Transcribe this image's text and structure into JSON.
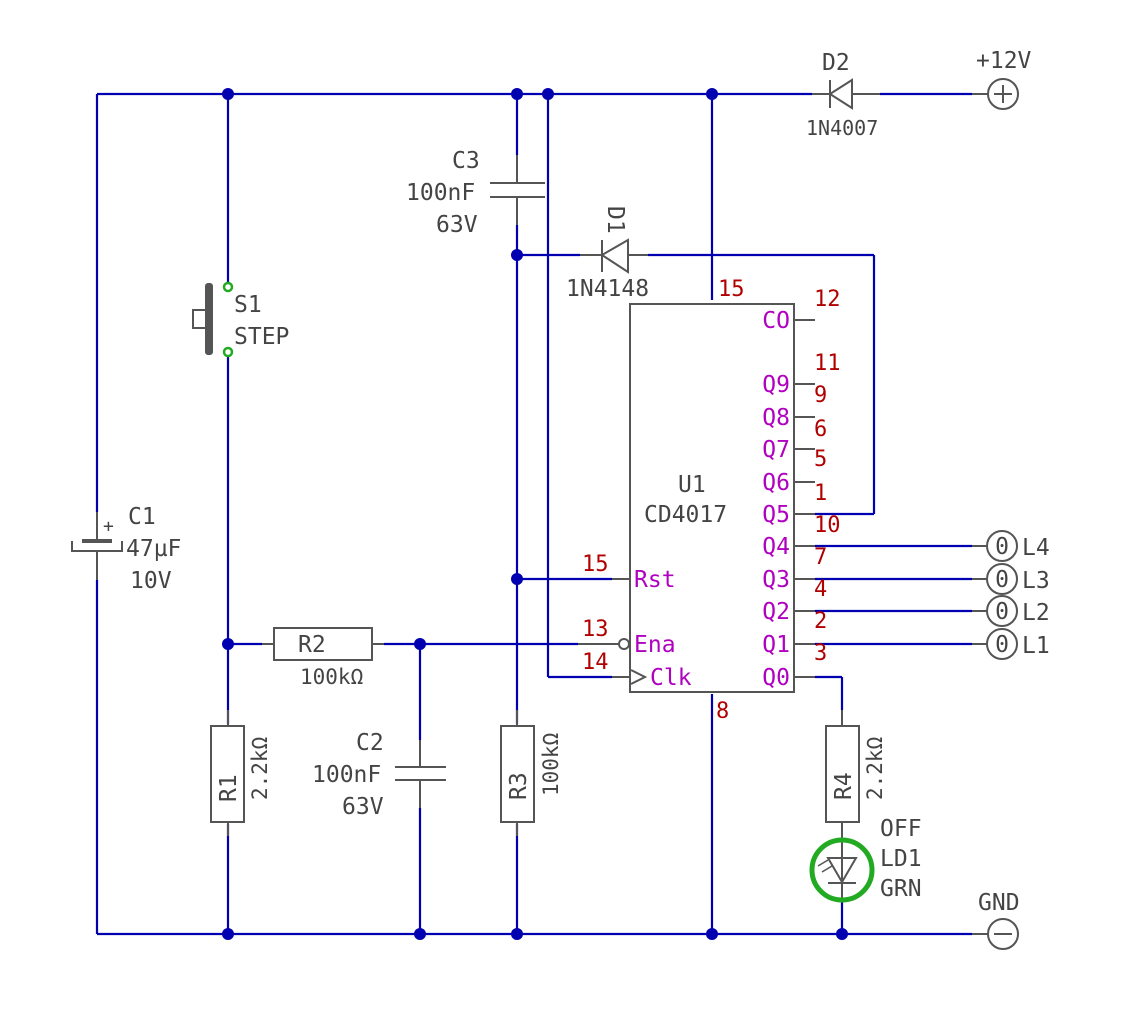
{
  "colors": {
    "wire": "#0000b0",
    "component": "#555555",
    "pin_number": "#b00000",
    "pin_name": "#b000c0",
    "led_state": "#22aa22"
  },
  "power": {
    "vcc": {
      "label": "+12V",
      "symbol": "plus"
    },
    "gnd": {
      "label": "GND",
      "symbol": "minus"
    }
  },
  "components": {
    "d2": {
      "ref": "D2",
      "value": "1N4007"
    },
    "d1": {
      "ref": "D1",
      "value": "1N4148"
    },
    "c1": {
      "ref": "C1",
      "value": "47µF",
      "voltage": "10V",
      "polarity": "+"
    },
    "c2": {
      "ref": "C2",
      "value": "100nF",
      "voltage": "63V"
    },
    "c3": {
      "ref": "C3",
      "value": "100nF",
      "voltage": "63V"
    },
    "s1": {
      "ref": "S1",
      "value": "STEP"
    },
    "r1": {
      "ref": "R1",
      "value": "2.2kΩ"
    },
    "r2": {
      "ref": "R2",
      "value": "100kΩ"
    },
    "r3": {
      "ref": "R3",
      "value": "100kΩ"
    },
    "r4": {
      "ref": "R4",
      "value": "2.2kΩ"
    },
    "ld1": {
      "ref": "LD1",
      "value": "GRN",
      "state": "OFF"
    },
    "u1": {
      "ref": "U1",
      "value": "CD4017"
    }
  },
  "u1_pins": {
    "vdd": "15",
    "vss": "8",
    "left": [
      {
        "name": "Rst",
        "number": "15"
      },
      {
        "name": "Ena",
        "number": "13"
      },
      {
        "name": "Clk",
        "number": "14"
      }
    ],
    "right": [
      {
        "name": "CO",
        "number": "12"
      },
      {
        "name": "Q9",
        "number": "11"
      },
      {
        "name": "Q8",
        "number": "9"
      },
      {
        "name": "Q7",
        "number": "6"
      },
      {
        "name": "Q6",
        "number": "5"
      },
      {
        "name": "Q5",
        "number": "1"
      },
      {
        "name": "Q4",
        "number": "10"
      },
      {
        "name": "Q3",
        "number": "7"
      },
      {
        "name": "Q2",
        "number": "4"
      },
      {
        "name": "Q1",
        "number": "2"
      },
      {
        "name": "Q0",
        "number": "3"
      }
    ]
  },
  "outputs": [
    {
      "label": "L4",
      "state": "0"
    },
    {
      "label": "L3",
      "state": "0"
    },
    {
      "label": "L2",
      "state": "0"
    },
    {
      "label": "L1",
      "state": "0"
    }
  ]
}
